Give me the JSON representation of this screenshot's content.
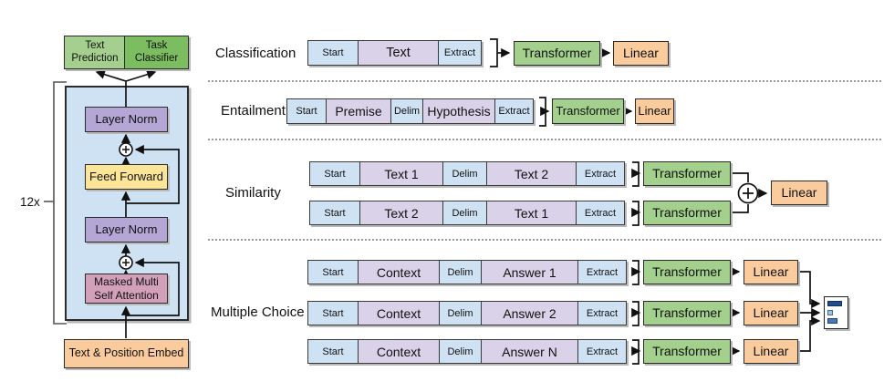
{
  "architecture": {
    "repeat_label": "12x",
    "text_prediction": "Text Prediction",
    "task_classifier": "Task Classifier",
    "layer_norm_top": "Layer Norm",
    "feed_forward": "Feed Forward",
    "layer_norm_bottom": "Layer Norm",
    "masked_attention_lines": [
      "Masked Multi",
      "Self Attention"
    ],
    "embed": "Text & Position Embed"
  },
  "tasks": [
    {
      "name": "Classification",
      "rows": [
        {
          "tokens": [
            "Start",
            "Text",
            "Extract"
          ],
          "transformer": "Transformer",
          "linear": "Linear"
        }
      ]
    },
    {
      "name": "Entailment",
      "rows": [
        {
          "tokens": [
            "Start",
            "Premise",
            "Delim",
            "Hypothesis",
            "Extract"
          ],
          "transformer": "Transformer",
          "linear": "Linear"
        }
      ]
    },
    {
      "name": "Similarity",
      "rows": [
        {
          "tokens": [
            "Start",
            "Text 1",
            "Delim",
            "Text 2",
            "Extract"
          ],
          "transformer": "Transformer"
        },
        {
          "tokens": [
            "Start",
            "Text 2",
            "Delim",
            "Text 1",
            "Extract"
          ],
          "transformer": "Transformer"
        }
      ],
      "linear": "Linear"
    },
    {
      "name": "Multiple Choice",
      "rows": [
        {
          "tokens": [
            "Start",
            "Context",
            "Delim",
            "Answer 1",
            "Extract"
          ],
          "transformer": "Transformer",
          "linear": "Linear"
        },
        {
          "tokens": [
            "Start",
            "Context",
            "Delim",
            "Answer 2",
            "Extract"
          ],
          "transformer": "Transformer",
          "linear": "Linear"
        },
        {
          "tokens": [
            "Start",
            "Context",
            "Delim",
            "Answer N",
            "Extract"
          ],
          "transformer": "Transformer",
          "linear": "Linear"
        }
      ]
    }
  ],
  "colors": {
    "token_special_blue": "#cfe2f3",
    "token_content_lavender": "#d9d2e9",
    "transformer_green": "#a3d08d",
    "task_classifier_green": "#7cbd60",
    "linear_orange": "#f9cb9d",
    "layer_norm_purple": "#b4a7d6",
    "feed_forward_yellow": "#fde598",
    "attention_pink": "#d2a0b8",
    "bar_dark_blue": "#1e4e8c",
    "bar_light_blue": "#9cc2e5",
    "bar_mid_blue": "#4678bd"
  }
}
